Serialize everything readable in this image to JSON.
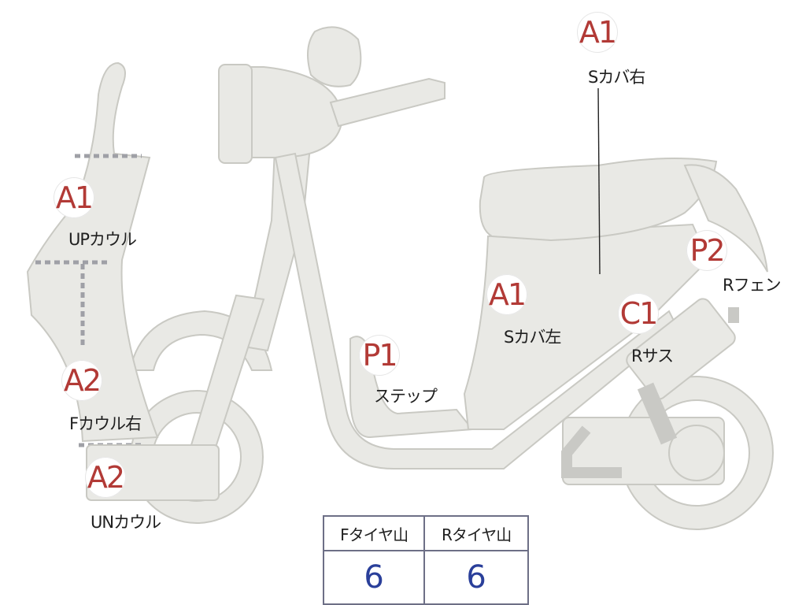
{
  "markers": [
    {
      "id": "upcowl",
      "code": "A1",
      "label": "UPカウル"
    },
    {
      "id": "fcowl-right",
      "code": "A2",
      "label": "Fカウル右"
    },
    {
      "id": "uncowl",
      "code": "A2",
      "label": "UNカウル"
    },
    {
      "id": "step",
      "code": "P1",
      "label": "ステップ"
    },
    {
      "id": "scover-left",
      "code": "A1",
      "label": "Sカバ左"
    },
    {
      "id": "scover-right",
      "code": "A1",
      "label": "Sカバ右"
    },
    {
      "id": "rsus",
      "code": "C1",
      "label": "Rサス"
    },
    {
      "id": "rfender",
      "code": "P2",
      "label": "Rフェン"
    }
  ],
  "tire_table": {
    "headers": [
      "Fタイヤ山",
      "Rタイヤ山"
    ],
    "values": [
      "6",
      "6"
    ]
  },
  "colors": {
    "part_fill": "#e9e9e5",
    "code_text": "#b23a36",
    "value_text": "#2a3f9a",
    "cut_line": "#9fa0a6"
  }
}
